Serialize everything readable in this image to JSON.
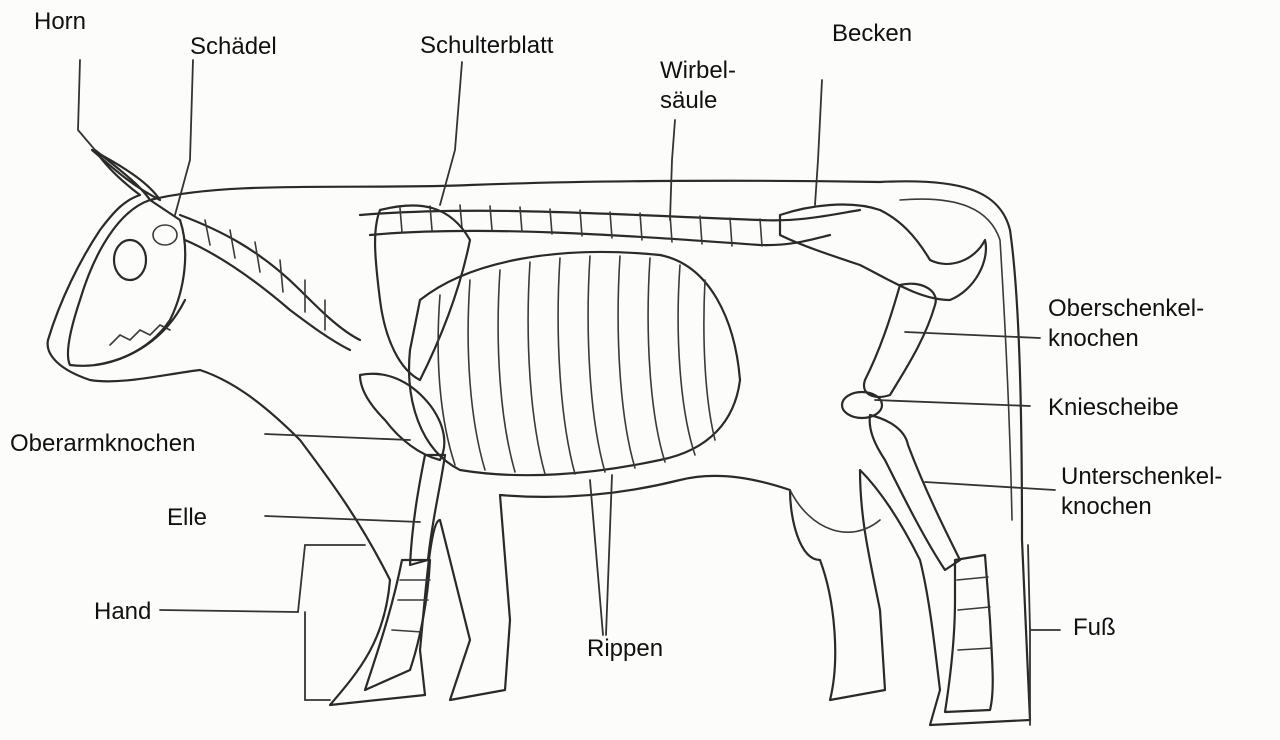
{
  "labels": {
    "horn": "Horn",
    "schaedel": "Schädel",
    "schulterblatt": "Schulterblatt",
    "wirbelsaeule": "Wirbel-\nsäule",
    "becken": "Becken",
    "oberschenkelknochen": "Oberschenkel-\nknochen",
    "kniescheibe": "Kniescheibe",
    "oberarmknochen": "Oberarmknochen",
    "elle": "Elle",
    "unterschenkelknochen": "Unterschenkel-\nknochen",
    "hand": "Hand",
    "rippen": "Rippen",
    "fuss": "Fuß"
  },
  "colors": {
    "ink": "#2a2a2a",
    "paper": "#fcfcfa"
  }
}
